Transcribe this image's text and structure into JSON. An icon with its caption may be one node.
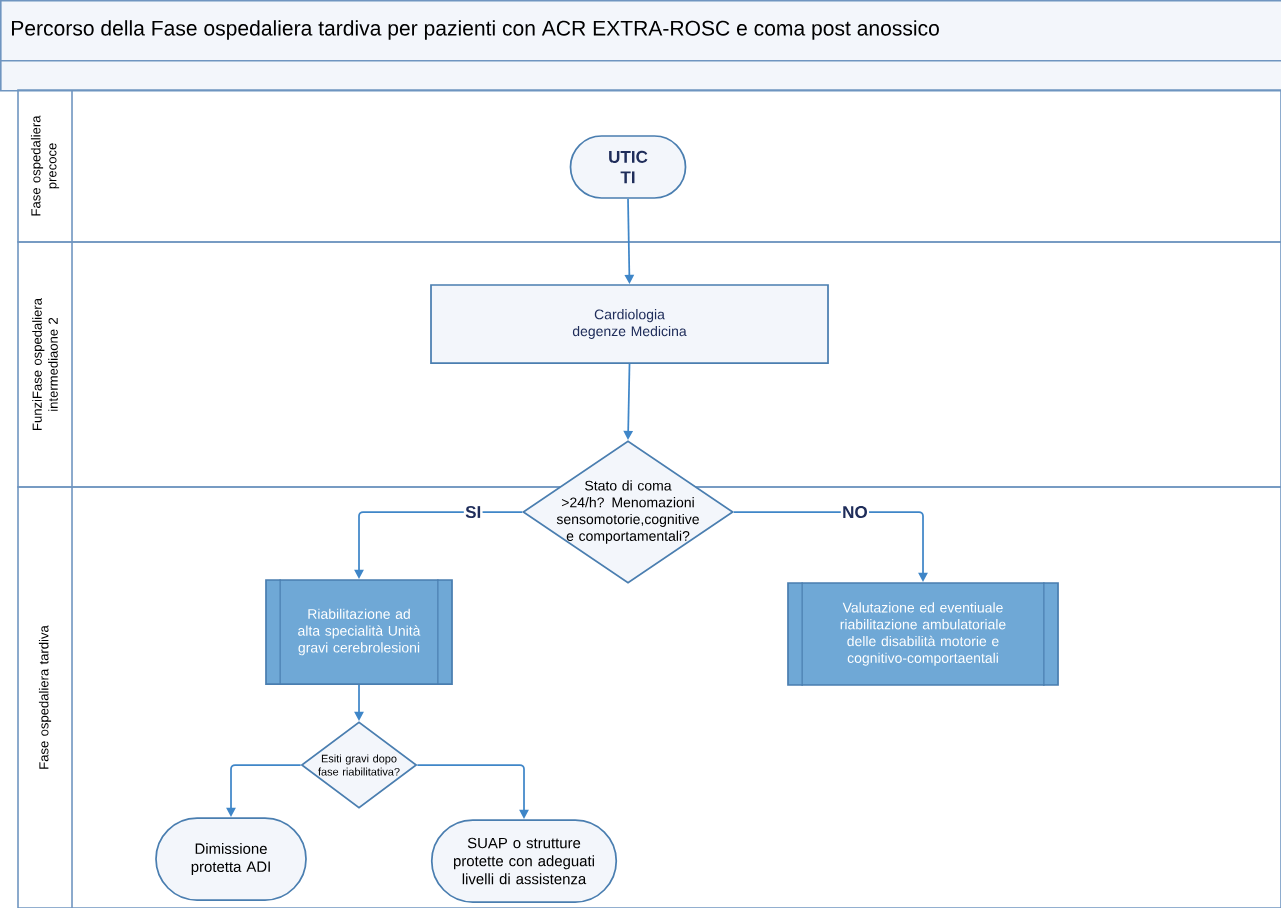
{
  "diagram": {
    "title": "Percorso della Fase ospedaliera tardiva per pazienti con ACR EXTRA-ROSC e coma post anossico",
    "nodes": [
      {
        "text": [
          "Fase ospedaliera precoce"
        ]
      },
      {
        "text": [
          "UTIC TI"
        ],
        "in": 0
      },
      {
        "text": [
          "FunziFase ospedaliera intermediaone 2"
        ]
      },
      {
        "text": [
          "Cardiologia degenze Medicina"
        ],
        "in": 2
      },
      {
        "text": [
          "Fase ospedaliera tardiva"
        ]
      },
      {
        "text": [
          "Stato di coma >24/h? Menomazioni sensomotorie,cognitive e comportamentali?"
        ]
      },
      {
        "text": [
          "Riabilitazione ad alta specialità Unità gravi cerebrolesioni"
        ],
        "in": 4
      },
      {
        "text": [
          "Valutazione ed eventiuale riabilitazione ambulatoriale delle disabilità motorie e cognitivo-comportaentali"
        ],
        "in": 4
      },
      {
        "text": [
          "Esiti gravi dopo fase riabilitativa?"
        ],
        "in": 4
      },
      {
        "text": [
          "Dimissione protetta ADI"
        ],
        "in": 4
      },
      {
        "text": [
          "SUAP o strutture protette con adeguati livelli di assistenza"
        ],
        "in": 4
      }
    ],
    "edges": [
      {
        "from": 1,
        "to": 3,
        "arrow": "to"
      },
      {
        "from": 3,
        "to": 5,
        "arrow": "to"
      },
      {
        "from": 5,
        "to": 6,
        "arrow": "to",
        "label": "SI"
      },
      {
        "from": 5,
        "to": 7,
        "arrow": "to",
        "label": "NO"
      },
      {
        "from": 6,
        "to": 8,
        "arrow": "to"
      },
      {
        "from": 8,
        "to": 9,
        "arrow": "to"
      },
      {
        "from": 8,
        "to": 10,
        "arrow": "to"
      }
    ]
  }
}
